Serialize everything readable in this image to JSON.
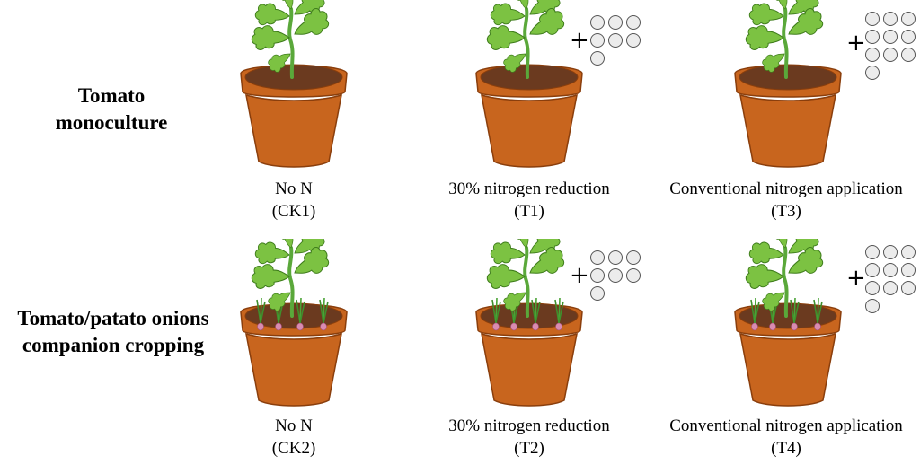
{
  "row_labels": {
    "monoculture": [
      "Tomato",
      "monoculture"
    ],
    "companion": [
      "Tomato/patato onions",
      "companion cropping"
    ]
  },
  "treatments": [
    {
      "id": "ck1",
      "caption": "No N",
      "code": "(CK1)",
      "onions": false,
      "fertilizer": false
    },
    {
      "id": "t1",
      "caption": "30% nitrogen reduction",
      "code": "(T1)",
      "onions": false,
      "fertilizer": true,
      "pellets": 7
    },
    {
      "id": "t3",
      "caption": "Conventional nitrogen application",
      "code": "(T3)",
      "onions": false,
      "fertilizer": true,
      "pellets": 10
    },
    {
      "id": "ck2",
      "caption": "No N",
      "code": "(CK2)",
      "onions": true,
      "fertilizer": false
    },
    {
      "id": "t2",
      "caption": "30% nitrogen reduction",
      "code": "(T2)",
      "onions": true,
      "fertilizer": true,
      "pellets": 7
    },
    {
      "id": "t4",
      "caption": "Conventional nitrogen application",
      "code": "(T4)",
      "onions": true,
      "fertilizer": true,
      "pellets": 10
    }
  ],
  "plus_symbol": "+",
  "colors": {
    "pot": "#c8651e",
    "pot_edge": "#8a3e0c",
    "soil": "#6b3a1f",
    "leaf": "#7cc242",
    "leaf_edge": "#3f7d1c",
    "stem": "#5aa83a",
    "onion_bulb": "#d98cb0",
    "pellet": "#ececec"
  }
}
